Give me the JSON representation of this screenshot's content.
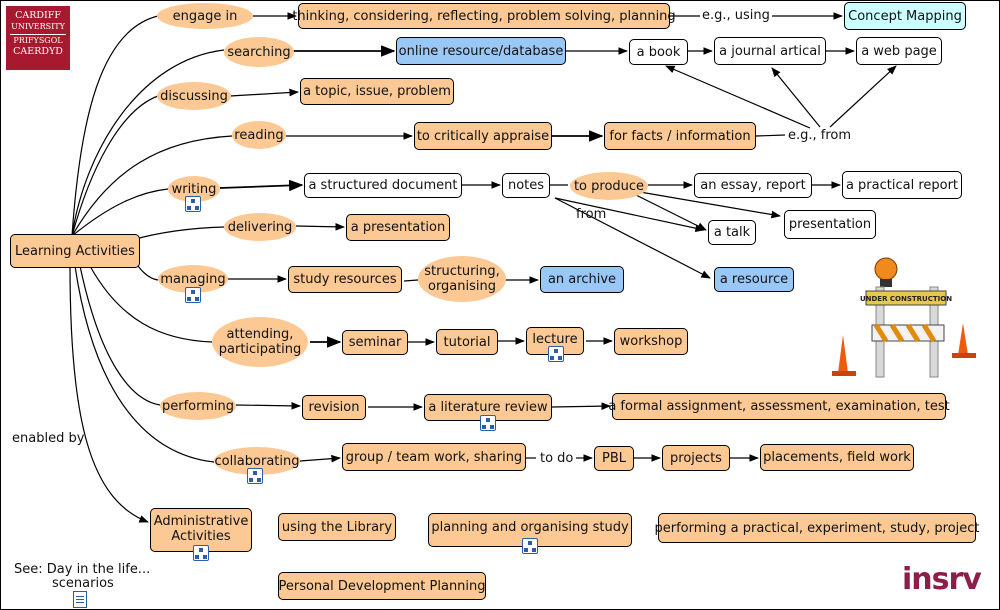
{
  "logo": {
    "line1": "CARDIFF",
    "line2": "UNIVERSITY",
    "line3": "PRIFYSGOL",
    "line4": "CAERDYD"
  },
  "brand": {
    "text": "insrv"
  },
  "nodes": {
    "learning_activities": "Learning Activities",
    "engage_in": "engage in",
    "thinking": "thinking, considering, reflecting, problem solving, planning",
    "concept_mapping": "Concept Mapping",
    "searching": "searching",
    "online_resource": "online resource/database",
    "a_book": "a book",
    "journal": "a journal artical",
    "web_page": "a web page",
    "discussing": "discussing",
    "topic": "a topic, issue, problem",
    "reading": "reading",
    "critically_appraise": "to critically appraise",
    "facts": "for facts / information",
    "writing": "writing",
    "structured_document": "a structured document",
    "notes": "notes",
    "to_produce": "to produce",
    "essay": "an essay, report",
    "practical_report": "a practical report",
    "presentation_out": "presentation",
    "a_talk": "a talk",
    "a_resource": "a resource",
    "delivering": "delivering",
    "a_presentation": "a presentation",
    "managing": "managing",
    "study_resources": "study resources",
    "structuring_1": "structuring,",
    "structuring_2": "organising",
    "an_archive": "an archive",
    "attending_1": "attending,",
    "attending_2": "participating",
    "seminar": "seminar",
    "tutorial": "tutorial",
    "lecture": "lecture",
    "workshop": "workshop",
    "performing": "performing",
    "revision": "revision",
    "literature_review": "a literature review",
    "formal_assignment": "a formal assignment, assessment, examination, test",
    "collaborating": "collaborating",
    "group_work": "group / team work, sharing",
    "pbl": "PBL",
    "projects": "projects",
    "placements": "placements, field work",
    "admin_1": "Administrative",
    "admin_2": "Activities",
    "using_library": "using the Library",
    "planning_study": "planning and organising study",
    "performing_practical": "performing a practical, experiment, study, project",
    "pdp": "Personal Development Planning"
  },
  "labels": {
    "eg_using": "e.g., using",
    "eg_from": "e.g., from",
    "from": "from",
    "to_do": "to do",
    "enabled_by": "enabled by",
    "see_1": "See: Day in the life...",
    "see_2": "scenarios"
  },
  "sign": {
    "text": "UNDER CONSTRUCTION"
  },
  "colors": {
    "orange": "#fcc994",
    "blue": "#99c8f6",
    "cyan": "#ccffff",
    "brand": "#8b1e4a",
    "logo_bg": "#a6192e"
  }
}
